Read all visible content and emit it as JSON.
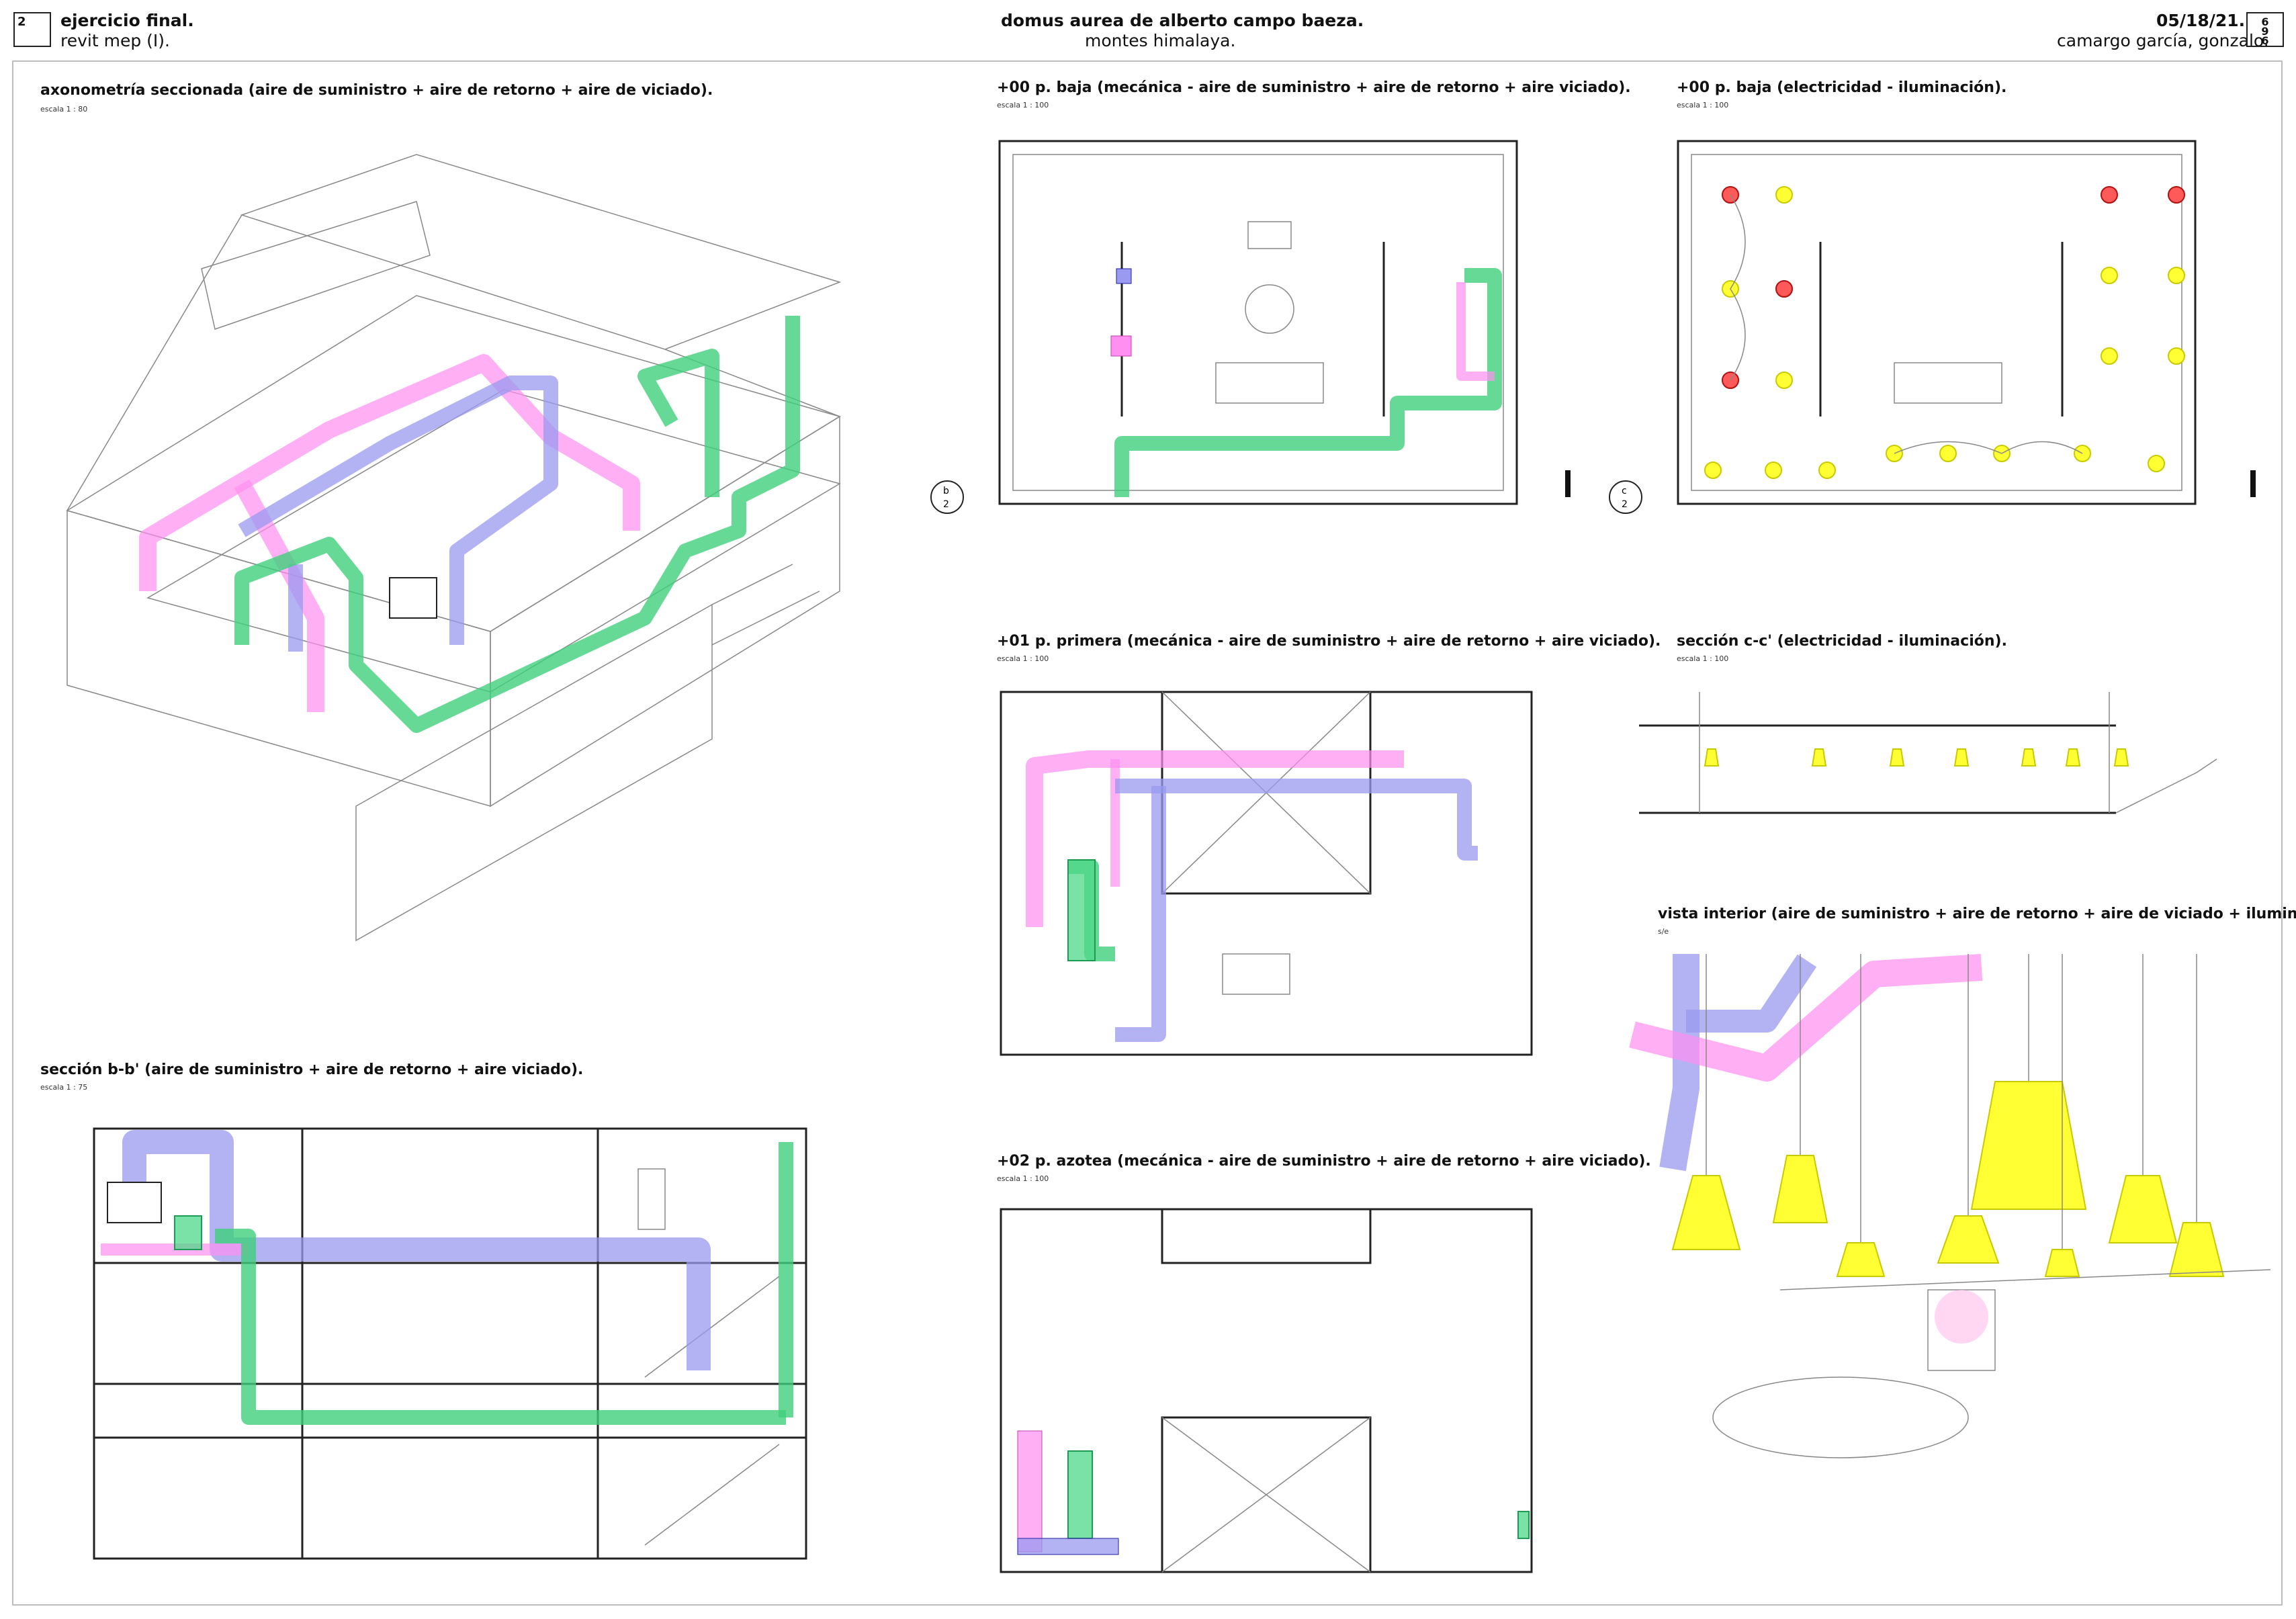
{
  "header": {
    "sheet_number": "2",
    "title": "ejercicio final.",
    "subtitle": "revit mep (I).",
    "project": "domus aurea de alberto campo baeza.",
    "location": "montes himalaya.",
    "date": "05/18/21.",
    "author": "camargo garcía, gonzalo.",
    "page_mark": [
      "6",
      "9",
      "6"
    ]
  },
  "views": {
    "axonometry": {
      "title": "axonometría seccionada (aire de suministro + aire de retorno + aire de viciado).",
      "scale": "escala    1 : 80"
    },
    "ground_mech": {
      "title": "+00 p. baja (mecánica - aire de suministro + aire de retorno + aire viciado).",
      "scale": "escala    1 : 100",
      "section_marker": {
        "letter": "b",
        "num": "2"
      }
    },
    "ground_elec": {
      "title": "+00 p. baja (electricidad - iluminación).",
      "scale": "escala    1 : 100",
      "section_marker": {
        "letter": "c",
        "num": "2"
      }
    },
    "first_mech": {
      "title": "+01 p. primera (mecánica - aire de suministro + aire de retorno + aire viciado).",
      "scale": "escala    1 : 100"
    },
    "section_cc": {
      "title": "sección c-c' (electricidad - iluminación).",
      "scale": "escala    1 : 100"
    },
    "interior": {
      "title": "vista interior (aire de suministro + aire de retorno + aire de viciado + iluminación).",
      "scale": "s/e"
    },
    "roof_mech": {
      "title": "+02 p. azotea (mecánica - aire de suministro + aire de retorno + aire viciado).",
      "scale": "escala    1 : 100"
    },
    "section_bb": {
      "title": "sección b-b' (aire de suministro + aire de retorno + aire viciado).",
      "scale": "escala    1 : 75"
    }
  },
  "colors": {
    "supply": "#3fcf7a",
    "return": "#9a9af0",
    "exhaust": "#ff8ff0",
    "light_on": "#ffff33",
    "light_emergency": "#ff5a5a"
  }
}
